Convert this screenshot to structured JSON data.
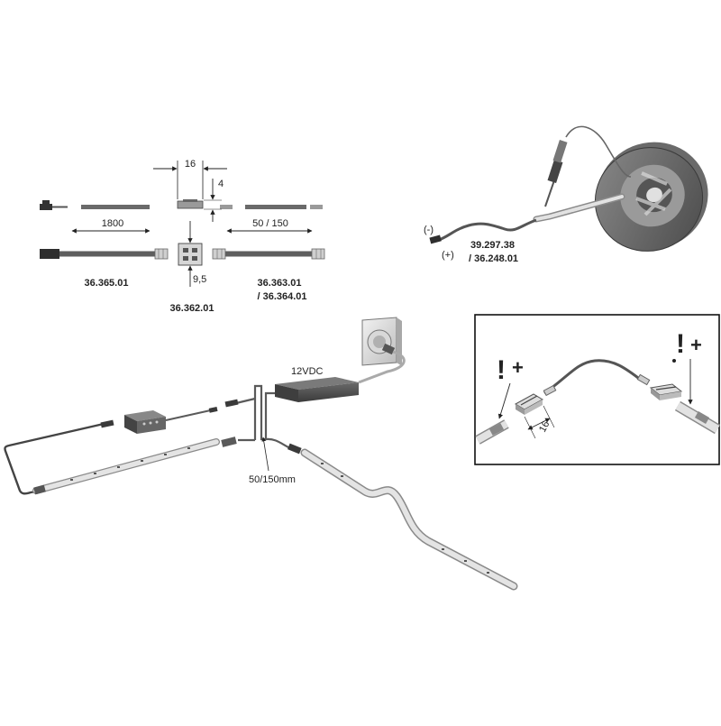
{
  "colors": {
    "cable": "#5a5a5a",
    "strip": "#e4e4e4",
    "strip_edge": "#8a8a8a",
    "connector": "#3a3a3a",
    "driver": "#4a4a4a",
    "frame": "#000000"
  },
  "dimensions": {
    "width_16": "16",
    "height_4": "4",
    "length_1800": "1800",
    "length_50_150": "50 / 150",
    "spacing_9_5": "9,5",
    "inset_16": "16"
  },
  "part_codes": {
    "lead_cable": "36.365.01",
    "connector": "36.362.01",
    "jumper_line1": "36.363.01",
    "jumper_line2": "/ 36.364.01",
    "reel_line1": "39.297.38",
    "reel_line2": "/ 36.248.01"
  },
  "polarity": {
    "negative": "(-)",
    "positive": "(+)"
  },
  "installation": {
    "driver_label": "12VDC",
    "jumper_length": "50/150mm"
  },
  "warnings": {
    "left_mark": "!",
    "left_plus": "+",
    "right_mark": "!",
    "right_plus": "+"
  }
}
